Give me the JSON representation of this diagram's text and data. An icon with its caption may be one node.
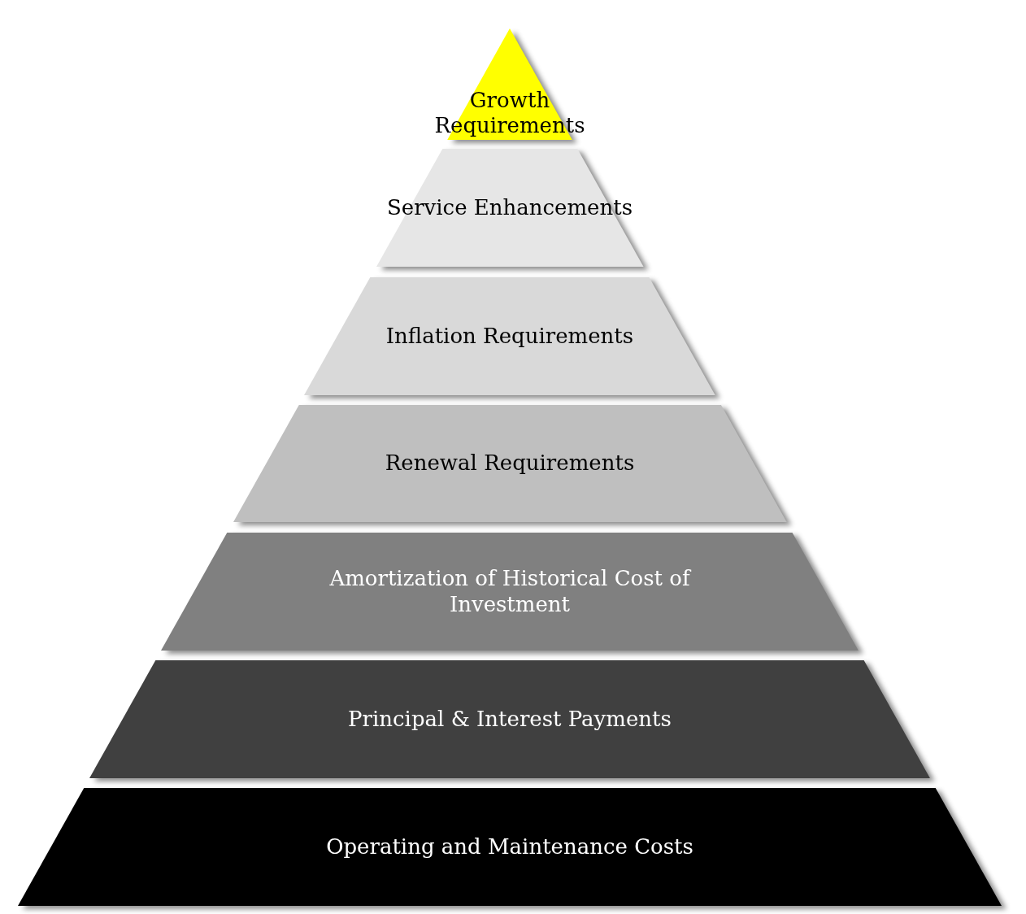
{
  "diagram": {
    "nodes": [
      {
        "text": [
          "Growth Requirements"
        ]
      },
      {
        "text": [
          "Service Enhancements"
        ]
      },
      {
        "text": [
          "Inflation Requirements"
        ]
      },
      {
        "text": [
          "Renewal Requirements"
        ]
      },
      {
        "text": [
          "Amortization of Historical Cost of Investment"
        ]
      },
      {
        "text": [
          "Principal & Interest Payments"
        ]
      },
      {
        "text": [
          "Operating and Maintenance Costs"
        ]
      }
    ]
  }
}
